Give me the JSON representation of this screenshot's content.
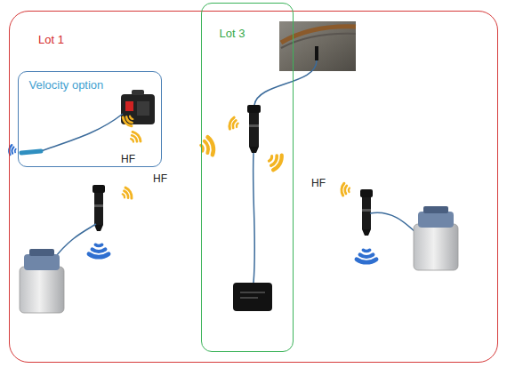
{
  "diagram": {
    "nodes": [
      {
        "text": [
          "Lot 1"
        ]
      },
      {
        "text": [
          "Velocity option"
        ],
        "in": 0
      },
      {
        "text": [
          "Lot 3"
        ],
        "in": 0
      }
    ],
    "labels": [
      "HF",
      "HF",
      "HF"
    ]
  }
}
